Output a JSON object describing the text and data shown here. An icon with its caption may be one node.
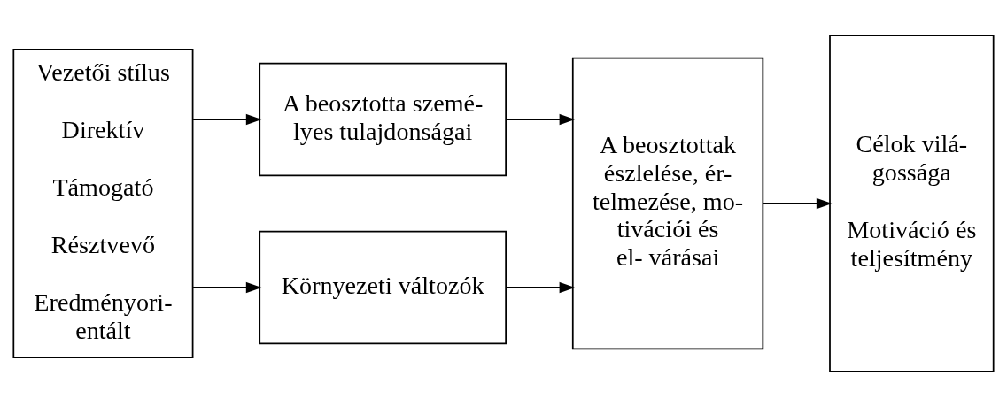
{
  "diagram": {
    "nodes": [
      {
        "text": [
          "Vezetői stílus",
          "Direktív",
          "Támogató",
          "Résztvevő",
          "Eredményori- entált"
        ]
      },
      {
        "text": [
          "A beosztotta szemé- lyes tulajdonságai"
        ]
      },
      {
        "text": [
          "Környezeti változók"
        ]
      },
      {
        "text": [
          "A beosztottak észlelése, ér- telmezése, mo- tivációi és el- várásai"
        ]
      },
      {
        "text": [
          "Célok vilá- gossága",
          "Motiváció és teljesítmény"
        ]
      }
    ],
    "edges": [
      {
        "from": 0,
        "to": 1,
        "arrow": "to"
      },
      {
        "from": 0,
        "to": 2,
        "arrow": "to"
      },
      {
        "from": 1,
        "to": 3,
        "arrow": "to"
      },
      {
        "from": 2,
        "to": 3,
        "arrow": "to"
      },
      {
        "from": 3,
        "to": 4,
        "arrow": "to"
      }
    ]
  }
}
